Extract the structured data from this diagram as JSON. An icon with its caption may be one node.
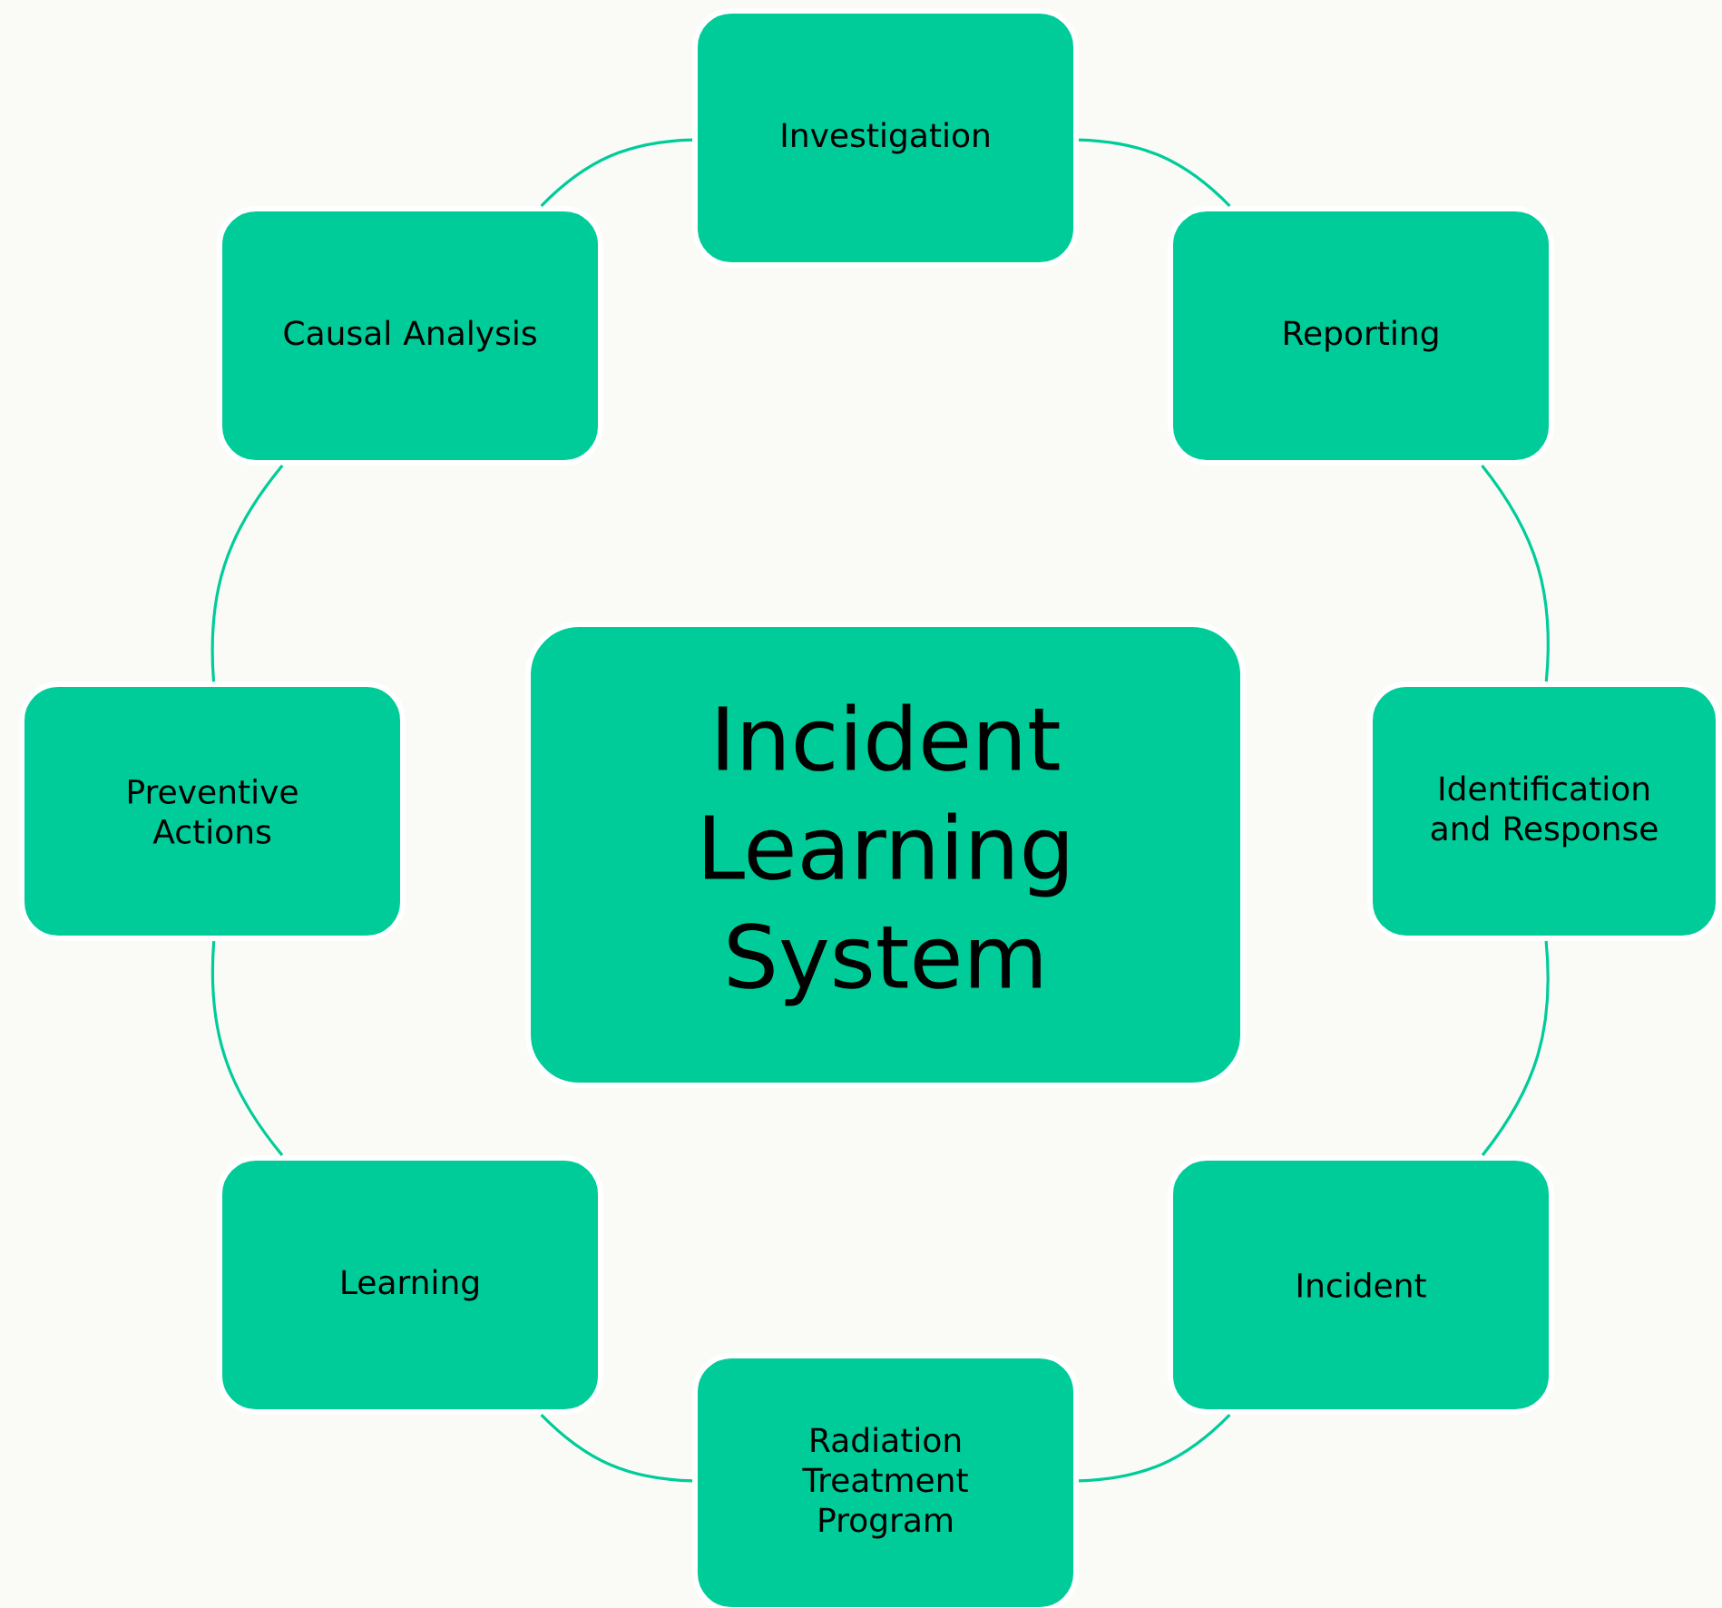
{
  "diagram": {
    "nodes": [
      {
        "text": [
          "Incident Learning System"
        ]
      },
      {
        "text": [
          "Investigation"
        ]
      },
      {
        "text": [
          "Reporting"
        ]
      },
      {
        "text": [
          "Identification and Response"
        ]
      },
      {
        "text": [
          "Incident"
        ]
      },
      {
        "text": [
          "Radiation Treatment Program"
        ]
      },
      {
        "text": [
          "Learning"
        ]
      },
      {
        "text": [
          "Preventive Actions"
        ]
      },
      {
        "text": [
          "Causal Analysis"
        ]
      }
    ],
    "edges": [
      {
        "from": 1,
        "to": 2,
        "arrow": "none"
      },
      {
        "from": 2,
        "to": 3,
        "arrow": "none"
      },
      {
        "from": 3,
        "to": 4,
        "arrow": "none"
      },
      {
        "from": 4,
        "to": 5,
        "arrow": "none"
      },
      {
        "from": 5,
        "to": 6,
        "arrow": "none"
      },
      {
        "from": 6,
        "to": 7,
        "arrow": "none"
      },
      {
        "from": 7,
        "to": 8,
        "arrow": "none"
      },
      {
        "from": 8,
        "to": 1,
        "arrow": "none"
      }
    ]
  }
}
